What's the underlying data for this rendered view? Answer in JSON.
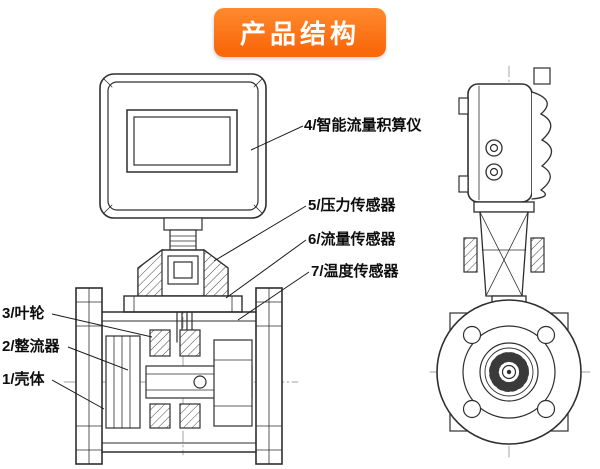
{
  "banner": {
    "title": "产品结构"
  },
  "colors": {
    "banner_orange": "#f9690c",
    "line": "#2e2e2e",
    "background": "#ffffff"
  },
  "labels": {
    "right": [
      {
        "text": "4/智能流量积算仪"
      },
      {
        "text": "5/压力传感器"
      },
      {
        "text": "6/流量传感器"
      },
      {
        "text": "7/温度传感器"
      }
    ],
    "left": [
      {
        "text": "3/叶轮"
      },
      {
        "text": "2/整流器"
      },
      {
        "text": "1/壳体"
      }
    ]
  }
}
